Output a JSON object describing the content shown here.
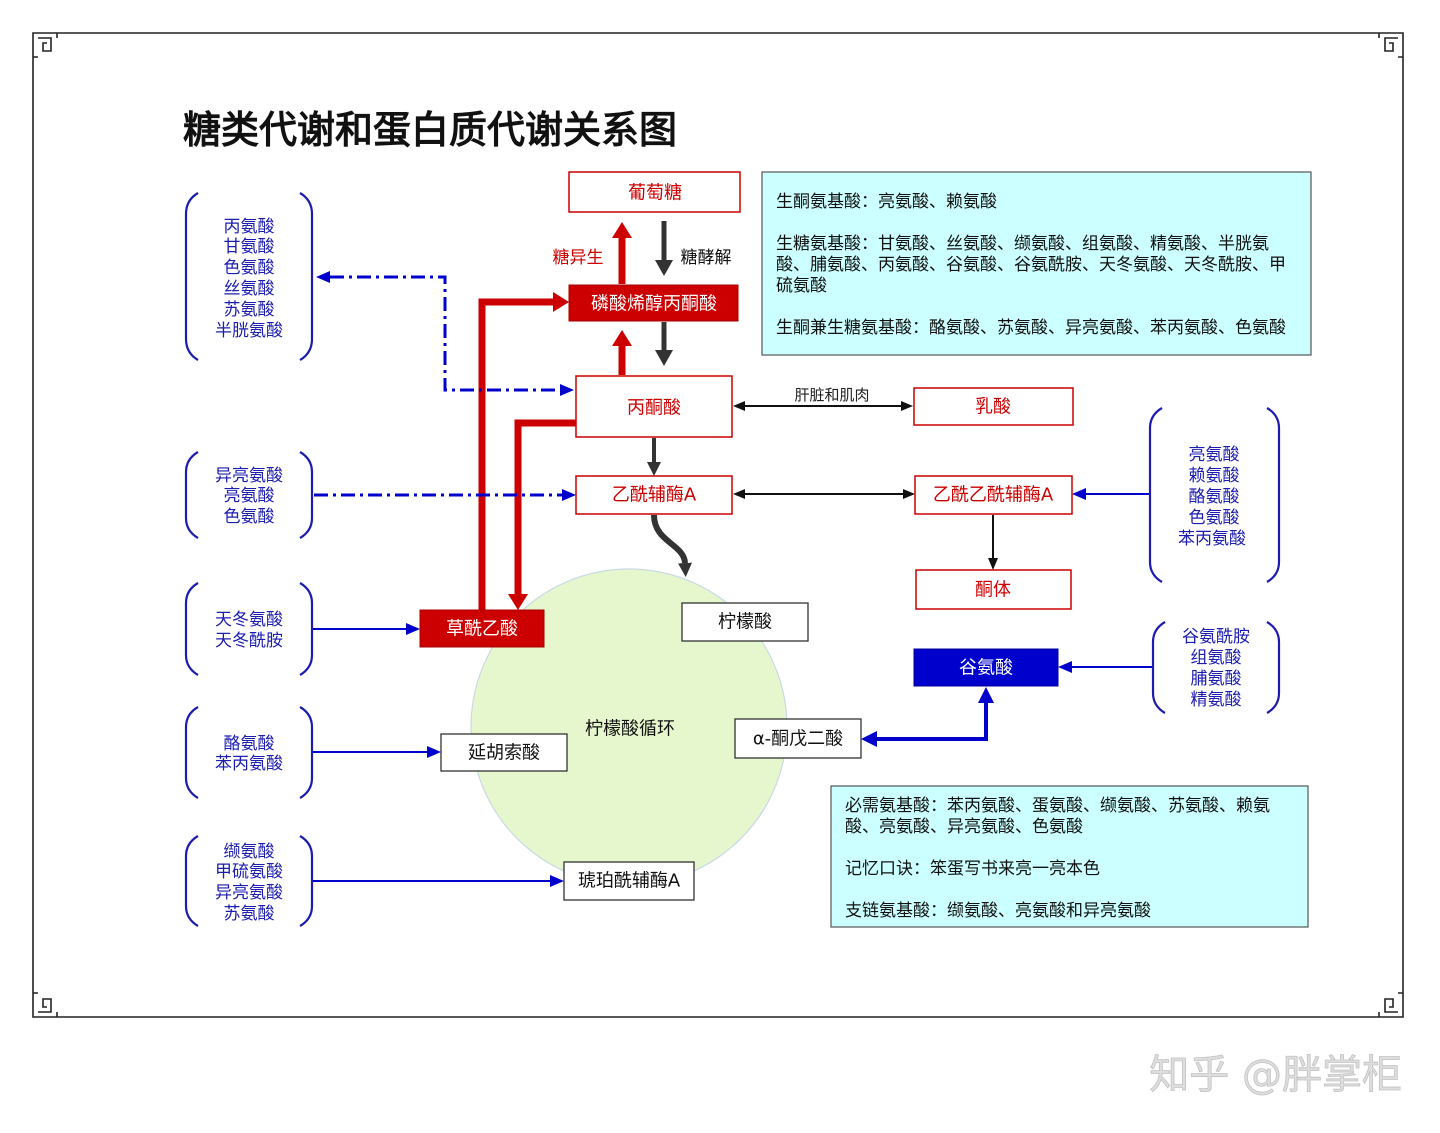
{
  "title": "糖类代谢和蛋白质代谢关系图",
  "nodes": {
    "glucose": "葡萄糖",
    "pep": "磷酸烯醇丙酮酸",
    "pyruvate": "丙酮酸",
    "acetyl_coa": "乙酰辅酶A",
    "lactate": "乳酸",
    "acetoacetyl_coa": "乙酰乙酰辅酶A",
    "ketone_bodies": "酮体",
    "oxaloacetate": "草酰乙酸",
    "citrate": "柠檬酸",
    "glutamate": "谷氨酸",
    "alpha_ketoglutarate": "α-酮戊二酸",
    "fumarate": "延胡索酸",
    "succinyl_coa": "琥珀酰辅酶A",
    "tca_cycle": "柠檬酸循环"
  },
  "labels": {
    "gluconeogenesis": "糖异生",
    "glycolysis": "糖酵解",
    "liver_muscle": "肝脏和肌肉"
  },
  "groups": {
    "to_pyruvate": [
      "丙氨酸",
      "甘氨酸",
      "色氨酸",
      "丝氨酸",
      "苏氨酸",
      "半胱氨酸"
    ],
    "to_acetyl_coa": [
      "异亮氨酸",
      "亮氨酸",
      "色氨酸"
    ],
    "to_oxaloacetate": [
      "天冬氨酸",
      "天冬酰胺"
    ],
    "to_fumarate": [
      "酪氨酸",
      "苯丙氨酸"
    ],
    "to_succinyl_coa": [
      "缬氨酸",
      "甲硫氨酸",
      "异亮氨酸",
      "苏氨酸"
    ],
    "to_acetoacetyl_coa": [
      "亮氨酸",
      "赖氨酸",
      "酪氨酸",
      "色氨酸",
      "苯丙氨酸"
    ],
    "to_glutamate": [
      "谷氨酰胺",
      "组氨酸",
      "脯氨酸",
      "精氨酸"
    ]
  },
  "info_top": {
    "lines": [
      "生酮氨基酸：亮氨酸、赖氨酸",
      "生糖氨基酸：甘氨酸、丝氨酸、缬氨酸、组氨酸、精氨酸、半胱氨",
      "酸、脯氨酸、丙氨酸、谷氨酸、谷氨酰胺、天冬氨酸、天冬酰胺、甲",
      "硫氨酸",
      "生酮兼生糖氨基酸：酪氨酸、苏氨酸、异亮氨酸、苯丙氨酸、色氨酸"
    ]
  },
  "info_bottom": {
    "lines": [
      "必需氨基酸：苯丙氨酸、蛋氨酸、缬氨酸、苏氨酸、赖氨",
      "酸、亮氨酸、异亮氨酸、色氨酸",
      "记忆口诀：笨蛋写书来亮一亮本色",
      "支链氨基酸：缬氨酸、亮氨酸和异亮氨酸"
    ]
  },
  "watermark": "知乎 @胖掌柜",
  "colors": {
    "red": "#cc0000",
    "blue": "#0000cc",
    "info_fill": "#ccffff",
    "cycle_fill": "#e6f7cd",
    "arrow_dark": "#333333"
  }
}
